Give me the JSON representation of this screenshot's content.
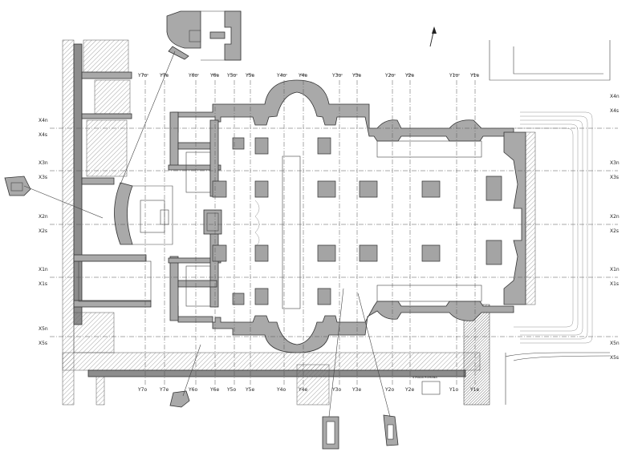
{
  "axes": {
    "vertical_top": [
      "Y7o",
      "Y7e",
      "Y6o",
      "Y6e",
      "Y5o",
      "Y5e",
      "Y4o",
      "Y4e",
      "Y3o",
      "Y3e",
      "Y2o",
      "Y2e",
      "Y1o",
      "Y1e"
    ],
    "vertical_bottom": [
      "Y7o",
      "Y7e",
      "Y6o",
      "Y6e",
      "Y5o",
      "Y5e",
      "Y4o",
      "Y4e",
      "Y3o",
      "Y3e",
      "Y2o",
      "Y2e",
      "Y1o",
      "Y1e"
    ],
    "horizontal": [
      {
        "n": "X4n",
        "s": "X4s"
      },
      {
        "n": "X3n",
        "s": "X3s"
      },
      {
        "n": "X2n",
        "s": "X2s"
      },
      {
        "n": "X1n",
        "s": "X1s"
      },
      {
        "n": "X5n",
        "s": "X5s"
      }
    ]
  },
  "annotations": {
    "small_note": "STRADA ROMANA"
  },
  "icons": {
    "north": "north-arrow-icon"
  },
  "colors": {
    "wall": "#a9a9a9",
    "line": "#333333",
    "background": "#ffffff"
  }
}
